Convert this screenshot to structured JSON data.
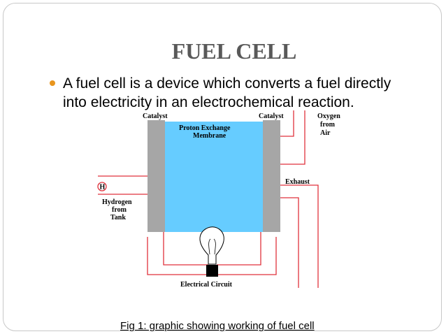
{
  "slide": {
    "title": "FUEL CELL",
    "bullet_text": "A fuel cell is a device which converts a fuel directly into electricity in an electrochemical reaction.",
    "caption": "Fig 1: graphic showing working of fuel cell"
  },
  "diagram": {
    "labels": {
      "catalyst_left": "Catalyst",
      "catalyst_right": "Catalyst",
      "membrane_line1": "Proton Exchange",
      "membrane_line2": "Membrane",
      "oxygen_line1": "Oxygen",
      "oxygen_line2": "from",
      "oxygen_line3": "Air",
      "exhaust": "Exhaust",
      "h_symbol": "H",
      "hydrogen_line1": "Hydrogen",
      "hydrogen_line2": "from",
      "hydrogen_line3": "Tank",
      "circuit": "Electrical Circuit"
    },
    "colors": {
      "membrane": "#66ccff",
      "catalyst": "#a6a6a6",
      "wire": "#e0323c",
      "bullet": "#e8951e"
    }
  }
}
